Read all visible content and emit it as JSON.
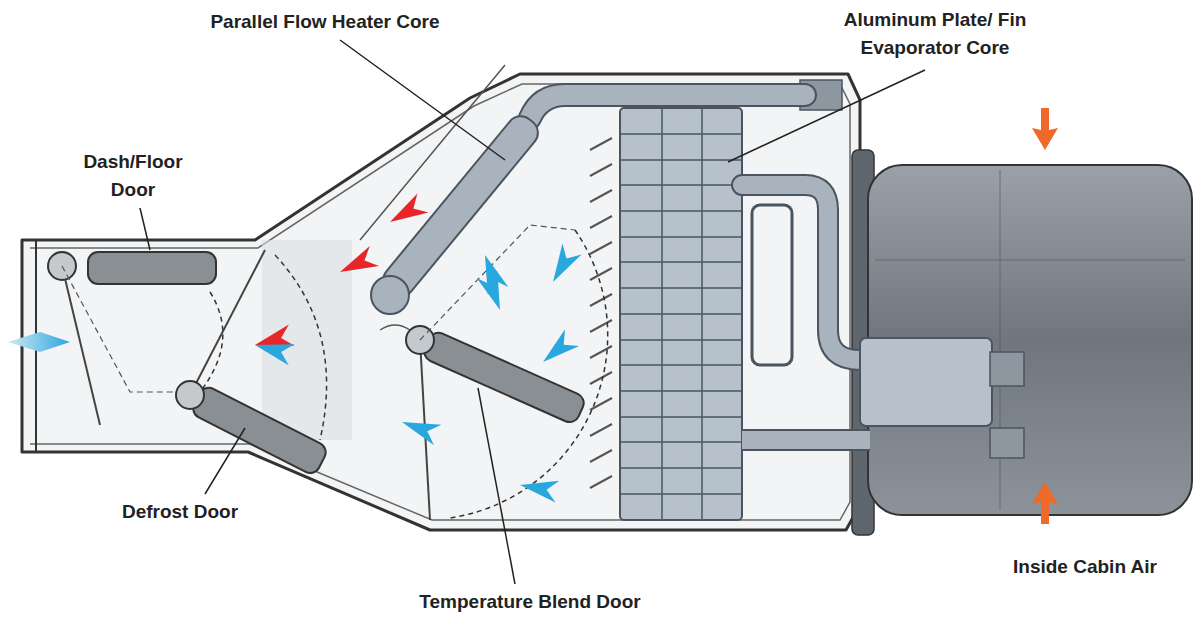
{
  "diagram": {
    "labels": [
      "Parallel Flow Heater Core",
      "Aluminum Plate/ Fin Evaporator Core",
      "Dash/Floor Door",
      "Defrost Door",
      "Temperature Blend Door",
      "Inside Cabin Air"
    ]
  }
}
